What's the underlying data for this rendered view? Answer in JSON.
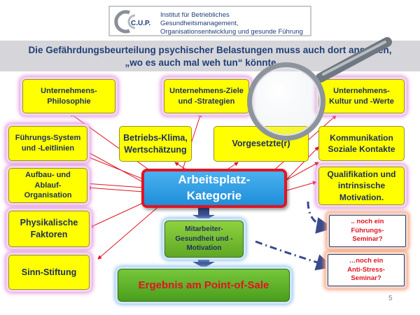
{
  "header": {
    "logo_mark": "C.U.P.",
    "logo_line1": "Institut für Betriebliches Gesundheitsmanagement,",
    "logo_line2": "Organisationsentwicklung und gesunde Führung"
  },
  "banner": {
    "line1": "Die Gefährdungsbeurteilung  psychischer Belastungen muss auch dort ansetzen,",
    "line2": "„wo es auch mal weh tun“ könnte……"
  },
  "diagram": {
    "left_boxes": [
      {
        "line1": "Unternehmens-",
        "line2": "Philosophie"
      },
      {
        "line1": "Führungs-System",
        "line2": "und -Leitlinien"
      },
      {
        "line1": "Aufbau- und",
        "line2": "Ablauf-",
        "line3": "Organisation"
      },
      {
        "line1": "Physikalische",
        "line2": "Faktoren"
      },
      {
        "line1": "Sinn-Stiftung"
      }
    ],
    "top_middle": {
      "line1": "Unternehmens-Ziele",
      "line2": "und -Strategien"
    },
    "top_right": {
      "line1": "Unternehmens-",
      "line2": "Kultur und  -Werte"
    },
    "klima": {
      "line1": "Betriebs-Klima,",
      "line2": "Wertschätzung"
    },
    "vorgesetzte": {
      "label": "Vorgesetzte(r)"
    },
    "kommunikation": {
      "line1": "Kommunikation",
      "line2": "Soziale Kontakte"
    },
    "qualifikation": {
      "line1": "Qualifikation und",
      "line2": "intrinsische",
      "line3": "Motivation."
    },
    "central": {
      "line1": "Arbeitsplatz-",
      "line2": "Kategorie"
    },
    "mitarbeiter": {
      "line1": "Mitarbeiter-",
      "line2": "Gesundheit und -",
      "line3": "Motivation"
    },
    "ergebnis": {
      "label": "Ergebnis am Point-of-Sale"
    },
    "note1": {
      "line1": ".. noch ein",
      "line2": "Führungs-",
      "line3": "Seminar?"
    },
    "note2": {
      "line1": "…noch ein",
      "line2": "Anti-Stress-",
      "line3": "Seminar?"
    }
  },
  "colors": {
    "box_fill": "#ffff00",
    "text_navy": "#1e2f5e",
    "central_fill": "#2a9de6",
    "central_border": "#e01523",
    "arrow_red": "#e01523",
    "green": "#6ab82e",
    "navy_arrow": "#3b4a8c"
  },
  "icons": {
    "magnifier": "magnifying-glass-icon"
  },
  "page_number": "5"
}
